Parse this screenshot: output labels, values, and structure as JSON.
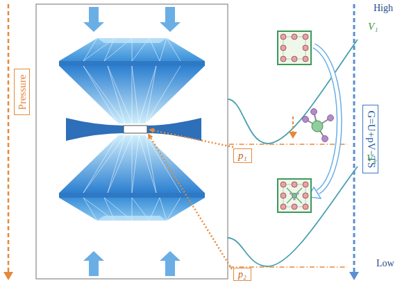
{
  "diagram": {
    "nodes": [
      {
        "text": [
          "Pressure"
        ]
      },
      {
        "text": [
          "p₁"
        ]
      },
      {
        "text": [
          "p₂"
        ]
      },
      {
        "text": [
          "G=U+pV−TS"
        ]
      }
    ],
    "labels": [
      "V₁",
      "High",
      "V₂",
      "Low"
    ]
  }
}
